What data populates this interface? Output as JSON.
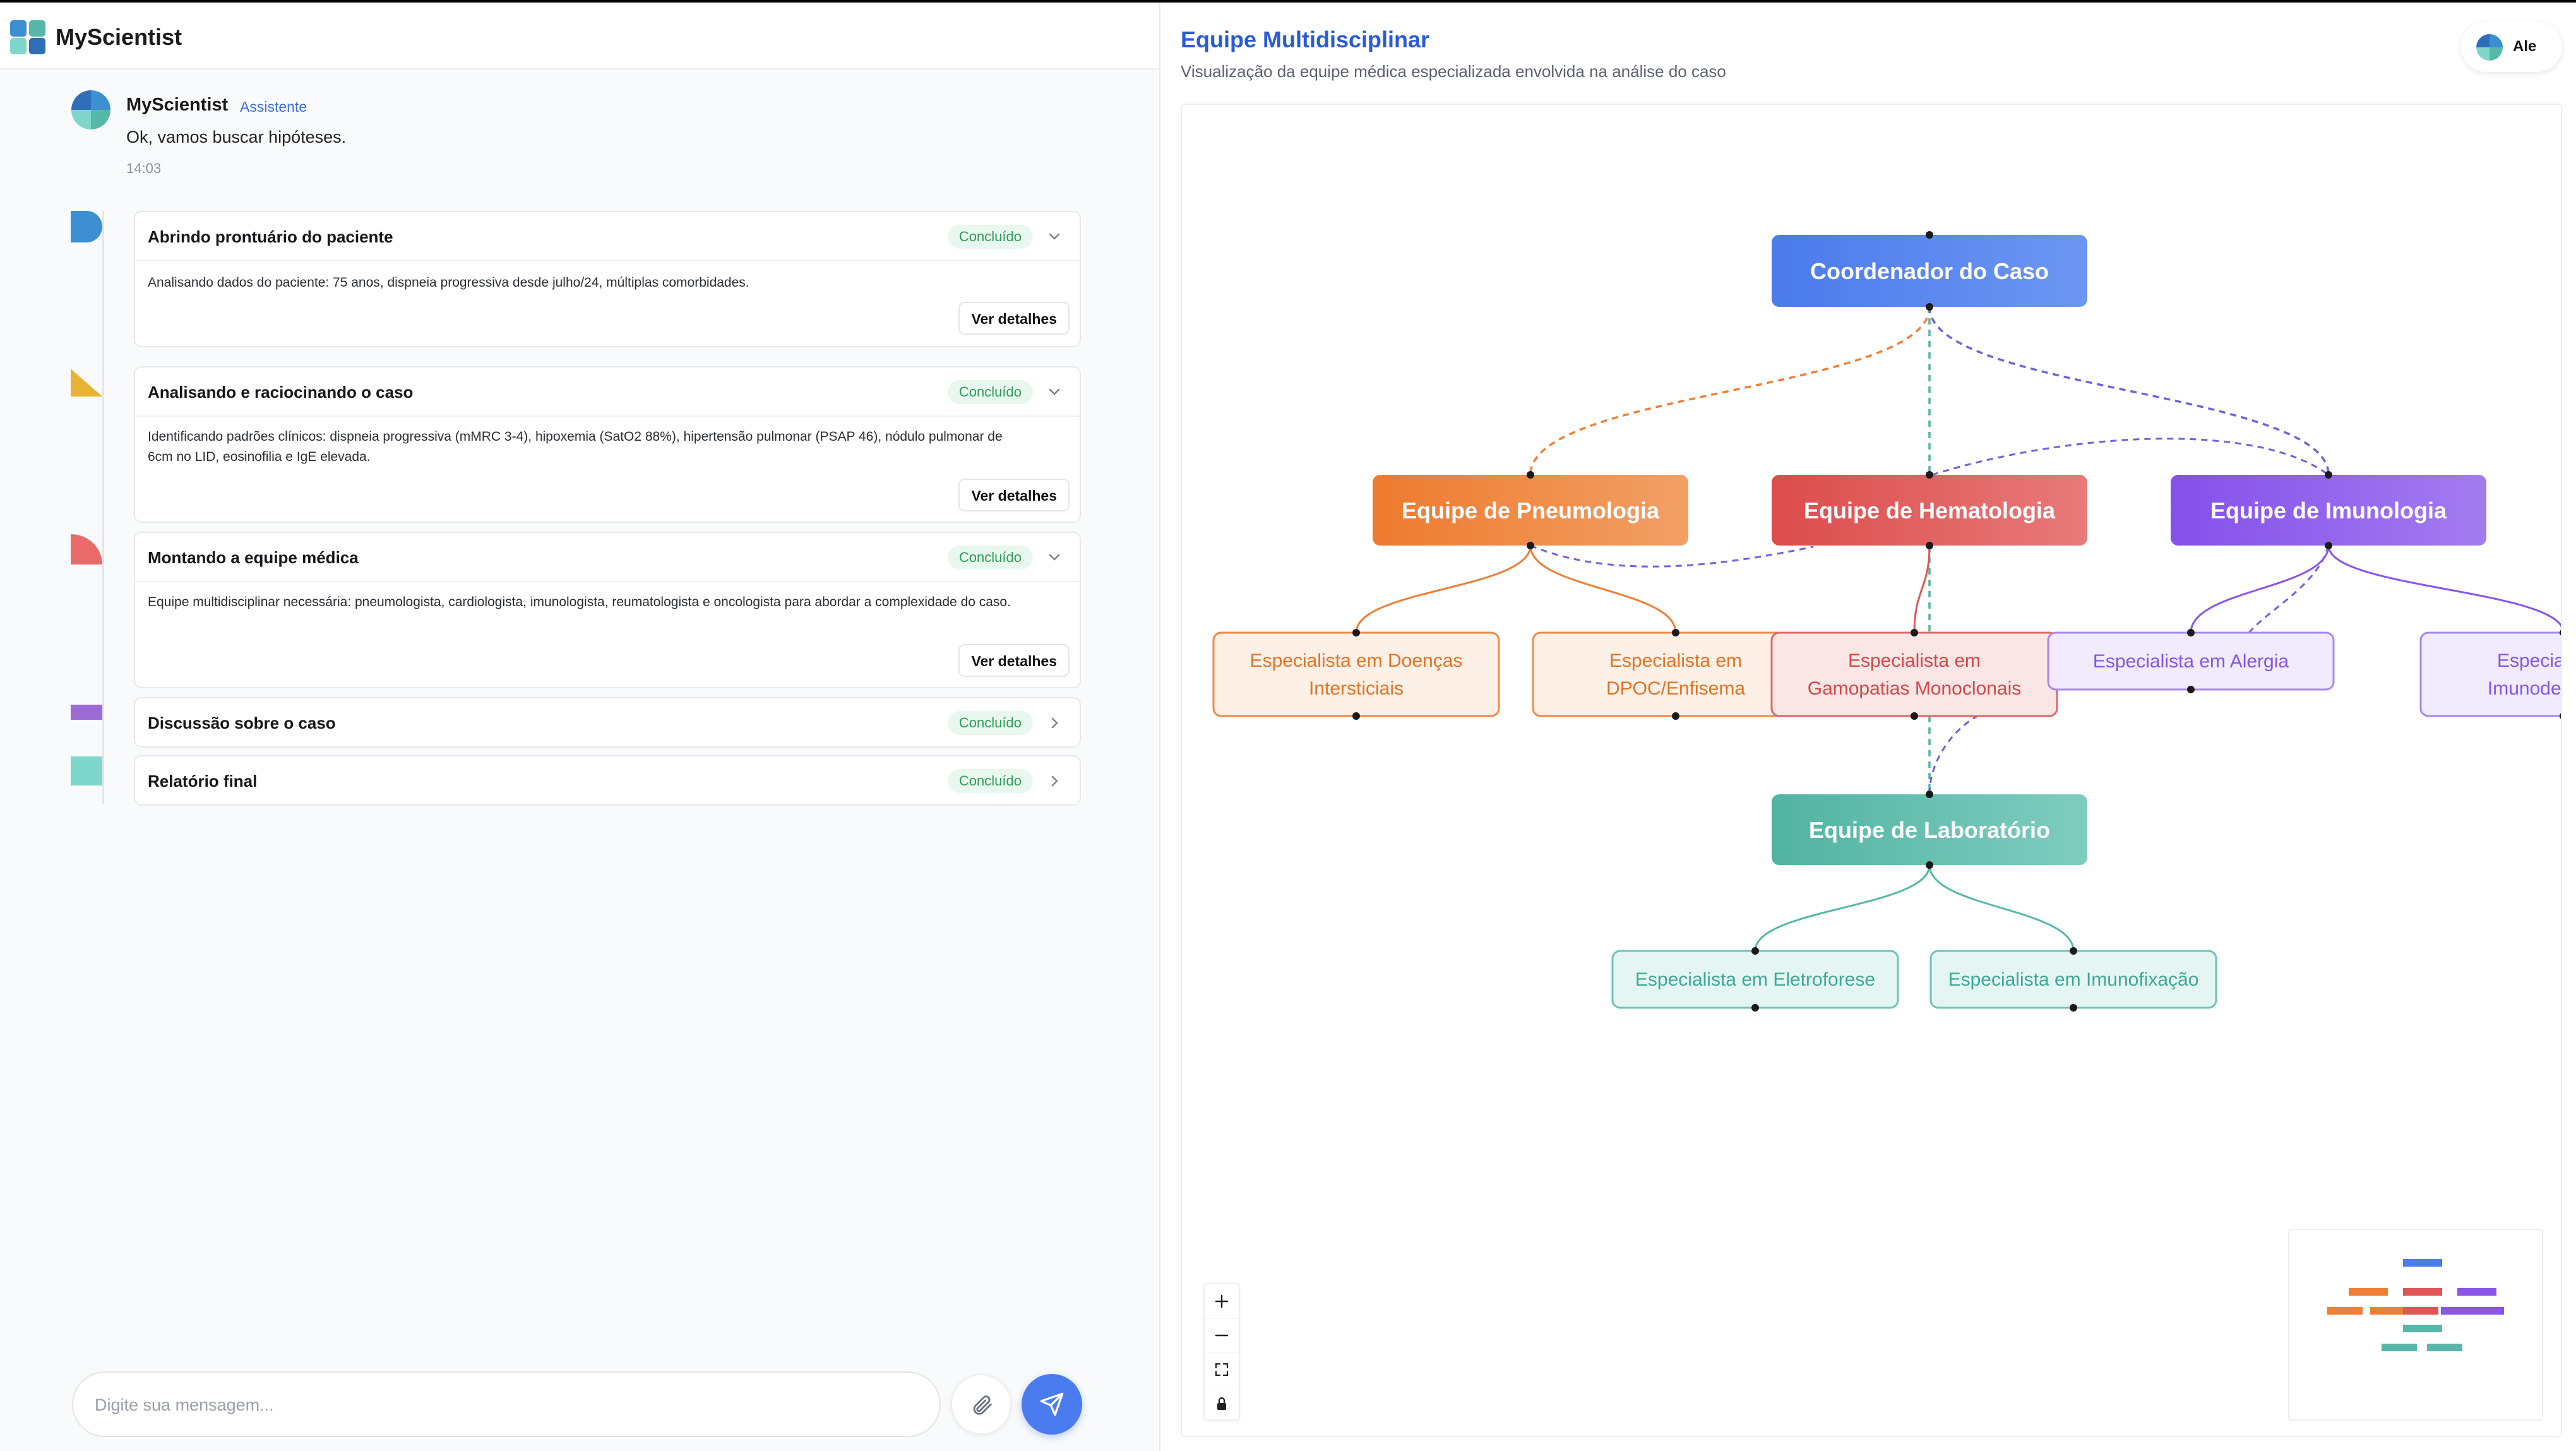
{
  "app": {
    "name": "MyScientist"
  },
  "message": {
    "author": "MyScientist",
    "role": "Assistente",
    "text": "Ok, vamos buscar hipóteses.",
    "time": "14:03"
  },
  "steps": [
    {
      "title": "Abrindo prontuário do paciente",
      "status": "Concluído",
      "text": "Analisando dados do paciente: 75 anos, dispneia progressiva desde julho/24, múltiplas comorbidades.",
      "button": "Ver detalhes",
      "marker_color": "#3c8fd0"
    },
    {
      "title": "Analisando e raciocinando o caso",
      "status": "Concluído",
      "text": "Identificando padrões clínicos: dispneia progressiva (mMRC 3-4), hipoxemia (SatO2 88%), hipertensão pulmonar (PSAP 46), nódulo pulmonar de 6cm no LID, eosinofilia e IgE elevada.",
      "button": "Ver detalhes",
      "marker_color": "#e8b232"
    },
    {
      "title": "Montando a equipe médica",
      "status": "Concluído",
      "text": "Equipe multidisciplinar necessária: pneumologista, cardiologista, imunologista, reumatologista e oncologista para abordar a complexidade do caso.",
      "button": "Ver detalhes",
      "marker_color": "#ea6a6a"
    },
    {
      "title": "Discussão sobre o caso",
      "status": "Concluído",
      "marker_color": "#9b6bd8"
    },
    {
      "title": "Relatório final",
      "status": "Concluído",
      "marker_color": "#7fd6cb"
    }
  ],
  "composer": {
    "placeholder": "Digite sua mensagem..."
  },
  "panel": {
    "title": "Equipe Multidisciplinar",
    "subtitle": "Visualização da equipe médica especializada envolvida na análise do caso"
  },
  "user": {
    "name": "Ale"
  },
  "graph": {
    "nodes": [
      {
        "id": "coord",
        "label": "Coordenador do Caso",
        "kind": "coord"
      },
      {
        "id": "pneumo",
        "label": "Equipe de Pneumologia",
        "kind": "team",
        "color": "#ef7f35"
      },
      {
        "id": "hemato",
        "label": "Equipe de Hematologia",
        "kind": "team",
        "color": "#e05656"
      },
      {
        "id": "imuno",
        "label": "Equipe de Imunologia",
        "kind": "team",
        "color": "#8a55e8"
      },
      {
        "id": "lab",
        "label": "Equipe de Laboratório",
        "kind": "team",
        "color": "#56b8a8"
      },
      {
        "id": "s_doencas",
        "label": "Especialista em Doenças Intersticiais",
        "kind": "spec",
        "parent": "pneumo"
      },
      {
        "id": "s_dpoc",
        "label": "Especialista em DPOC/Enfisema",
        "kind": "spec",
        "parent": "pneumo"
      },
      {
        "id": "s_gamo",
        "label": "Especialista em Gamopatias Monoclonais",
        "kind": "spec",
        "parent": "hemato"
      },
      {
        "id": "s_alerg",
        "label": "Especialista em Alergia",
        "kind": "spec",
        "parent": "imuno"
      },
      {
        "id": "s_imunodef",
        "label": "Especialista em Imunodeficiências",
        "kind": "spec",
        "parent": "imuno"
      },
      {
        "id": "s_eletro",
        "label": "Especialista em Eletroforese",
        "kind": "spec",
        "parent": "lab"
      },
      {
        "id": "s_imunofix",
        "label": "Especialista em Imunofixação",
        "kind": "spec",
        "parent": "lab"
      }
    ]
  }
}
